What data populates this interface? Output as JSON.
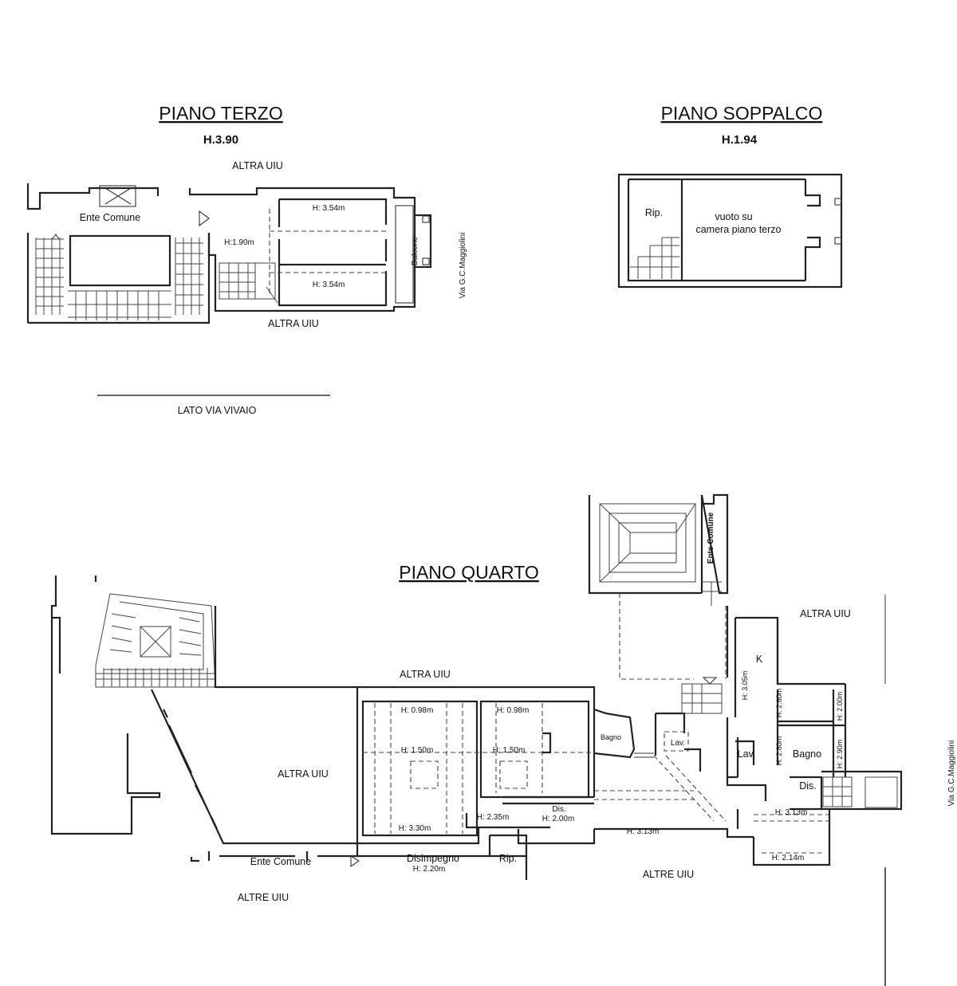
{
  "piano_terzo": {
    "title": "PIANO TERZO",
    "height": "H.3.90",
    "altra_top": "ALTRA UIU",
    "altra_bottom": "ALTRA UIU",
    "ente_comune": "Ente Comune",
    "h_room1": "H: 3.54m",
    "h_room2": "H: 3.54m",
    "h_small": "H:1.90m",
    "balcone": "Balcone",
    "street": "Via G.C.Maggiolini",
    "lato": "LATO VIA VIVAIO"
  },
  "piano_soppalco": {
    "title": "PIANO SOPPALCO",
    "height": "H.1.94",
    "rip": "Rip.",
    "vuoto_line1": "vuoto su",
    "vuoto_line2": "camera piano terzo"
  },
  "piano_quarto": {
    "title": "PIANO QUARTO",
    "ente_comune_stair": "Ente Comune",
    "altra_uiu_top_right": "ALTRA UIU",
    "altra_uiu_center": "ALTRA UIU",
    "altra_uiu_left": "ALTRA UIU",
    "k": "K",
    "bagno1": "Bagno",
    "bagno2": "Bagno",
    "lav1": "Lav.",
    "lav2": "Lav.",
    "dis1": "Dis.",
    "dis2": "Dis.",
    "rip": "Rip.",
    "disimpegno": "Disimpegno",
    "h_disimpegno": "H: 2.20m",
    "ente_comune": "Ente Comune",
    "altre_uiu_1": "ALTRE UIU",
    "altre_uiu_2": "ALTRE UIU",
    "street": "Via G.C.Maggiolini",
    "h_098_a": "H: 0.98m",
    "h_098_b": "H: 0.98m",
    "h_150_a": "H: 1.50m",
    "h_150_b": "H: 1.50m",
    "h_330": "H: 3.30m",
    "h_235": "H: 2.35m",
    "h_200": "H: 2.00m",
    "h_313_a": "H: 3.13m",
    "h_313_b": "H: 3.13m",
    "h_214": "H: 2.14m",
    "h_305": "H: 3.05m",
    "h_260": "H: 2.60m",
    "h_280": "H: 2.80m",
    "h_200_v": "H: 2.00m",
    "h_290": "H: 2.90m"
  }
}
